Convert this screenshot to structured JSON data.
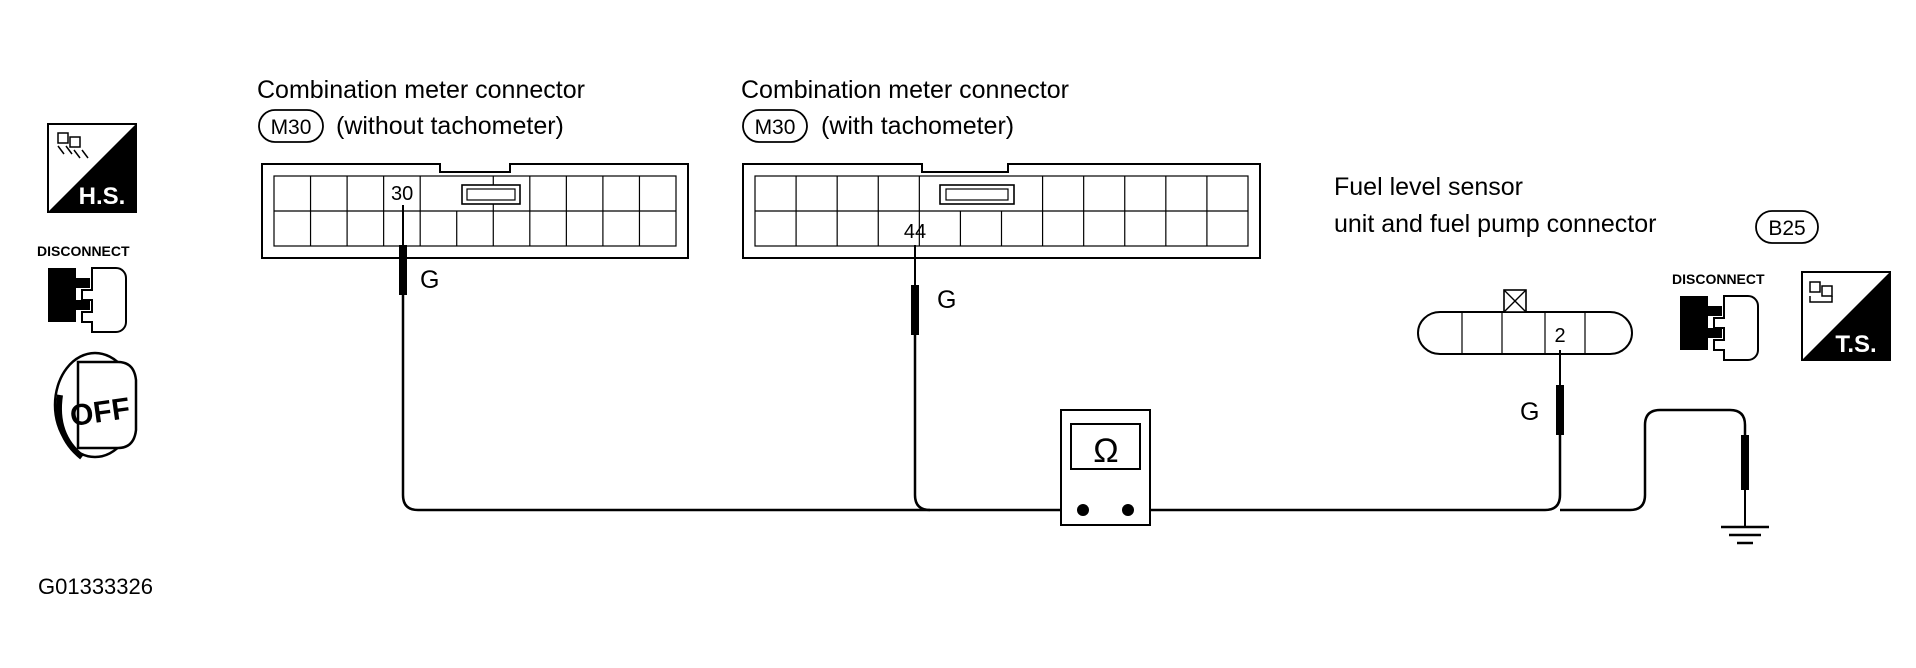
{
  "left_connector": {
    "title": "Combination meter connector",
    "id": "M30",
    "note": "(without tachometer)",
    "pin": "30",
    "wire_color": "G"
  },
  "middle_connector": {
    "title": "Combination meter connector",
    "id": "M30",
    "note": "(with tachometer)",
    "pin": "44",
    "wire_color": "G"
  },
  "right_connector": {
    "title_line1": "Fuel level sensor",
    "title_line2": "unit and fuel pump connector",
    "id": "B25",
    "pin": "2",
    "wire_color": "G"
  },
  "meter": {
    "symbol": "Ω"
  },
  "icons": {
    "harness_side": "H.S.",
    "terminal_side": "T.S.",
    "disconnect_left": "DISCONNECT",
    "disconnect_right": "DISCONNECT",
    "ignition": "OFF"
  },
  "figure_id": "G01333326"
}
